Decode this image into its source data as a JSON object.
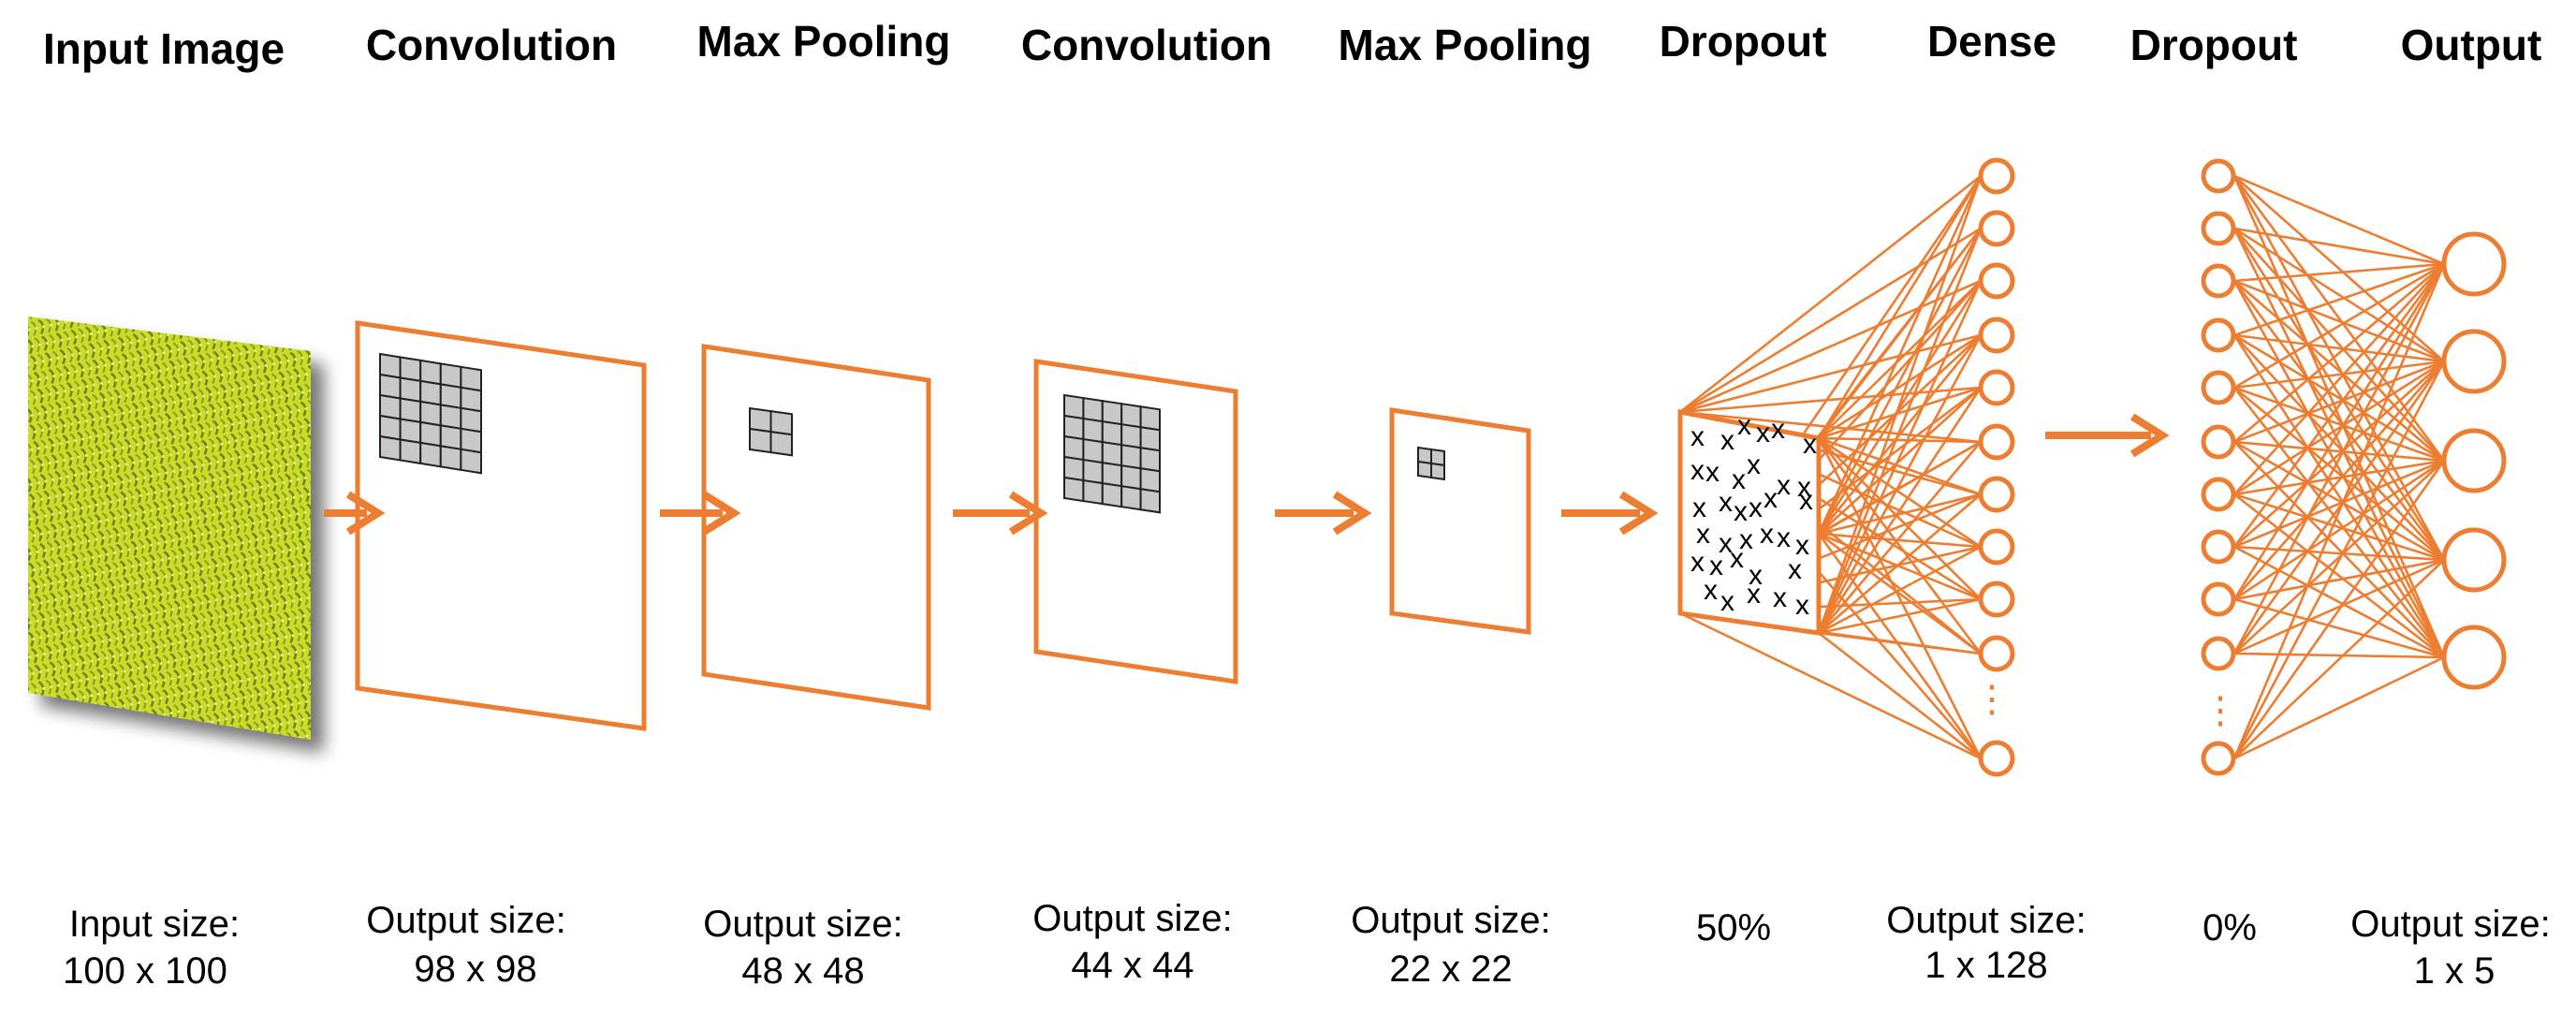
{
  "colors": {
    "accent": "#ED7D31",
    "kernel_fill": "#C8C8C8",
    "texture": "#C9DC2A"
  },
  "stages": [
    {
      "title": "Input Image",
      "caption1": "Input size:",
      "caption2": "100 x 100"
    },
    {
      "title": "Convolution",
      "caption1": "Output size:",
      "caption2": "98 x 98"
    },
    {
      "title": "Max Pooling",
      "caption1": "Output size:",
      "caption2": "48 x 48"
    },
    {
      "title": "Convolution",
      "caption1": "Output size:",
      "caption2": "44 x 44"
    },
    {
      "title": "Max Pooling",
      "caption1": "Output size:",
      "caption2": "22 x 22"
    },
    {
      "title": "Dropout",
      "caption1": "50%",
      "caption2": ""
    },
    {
      "title": "Dense",
      "caption1": "Output size:",
      "caption2": "1 x 128"
    },
    {
      "title": "Dropout",
      "caption1": "0%",
      "caption2": ""
    },
    {
      "title": "Output",
      "caption1": "Output size:",
      "caption2": "1 x 5"
    }
  ],
  "dropout_mark": "x",
  "ellipsis": "⋮"
}
